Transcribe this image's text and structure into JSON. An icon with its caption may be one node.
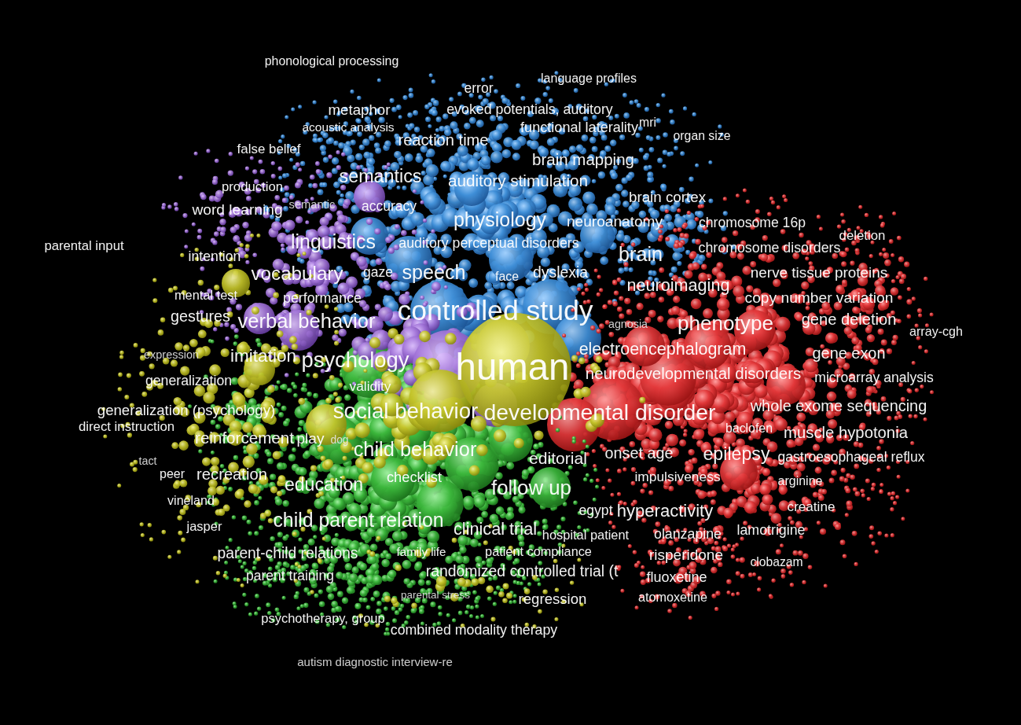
{
  "diagram": {
    "labels": [
      "phonological processing",
      "language profiles",
      "error",
      "metaphor",
      "evoked potentials, auditory",
      "acoustic analysis",
      "functional laterality",
      "mri",
      "organ size",
      "false belief",
      "reaction time",
      "brain mapping",
      "production",
      "semantics",
      "auditory stimulation",
      "brain cortex",
      "word learning",
      "semantic",
      "accuracy",
      "physiology",
      "neuroanatomy",
      "chromosome 16p",
      "parental input",
      "intention",
      "linguistics",
      "auditory perceptual disorders",
      "brain",
      "chromosome disorders",
      "deletion",
      "vocabulary",
      "gaze",
      "speech",
      "face",
      "dyslexia",
      "nerve tissue proteins",
      "mental test",
      "performance",
      "neuroimaging",
      "copy number variation",
      "gestures",
      "verbal behavior",
      "controlled study",
      "agnosia",
      "phenotype",
      "gene deletion",
      "array-cgh",
      "expression",
      "imitation",
      "psychology",
      "human",
      "electroencephalogram",
      "gene exon",
      "generalization",
      "validity",
      "neurodevelopmental disorders",
      "microarray analysis",
      "generalization (psychology)",
      "social behavior",
      "developmental disorder",
      "whole exome sequencing",
      "direct instruction",
      "reinforcement",
      "play",
      "dog",
      "baclofen",
      "muscle hypotonia",
      "tact",
      "child behavior",
      "editorial",
      "onset age",
      "epilepsy",
      "gastroesophageal reflux",
      "peer",
      "recreation",
      "education",
      "checklist",
      "follow up",
      "impulsiveness",
      "arginine",
      "vineland",
      "creatine",
      "egypt",
      "hyperactivity",
      "jasper",
      "child parent relation",
      "clinical trial",
      "hospital patient",
      "olanzapine",
      "lamotrigine",
      "parent-child relations",
      "family life",
      "patient compliance",
      "risperidone",
      "clobazam",
      "parent training",
      "randomized controlled trial (t",
      "fluoxetine",
      "parental stress",
      "regression",
      "atomoxetine",
      "psychotherapy, group",
      "combined modality therapy",
      "autism diagnostic interview-re"
    ]
  }
}
